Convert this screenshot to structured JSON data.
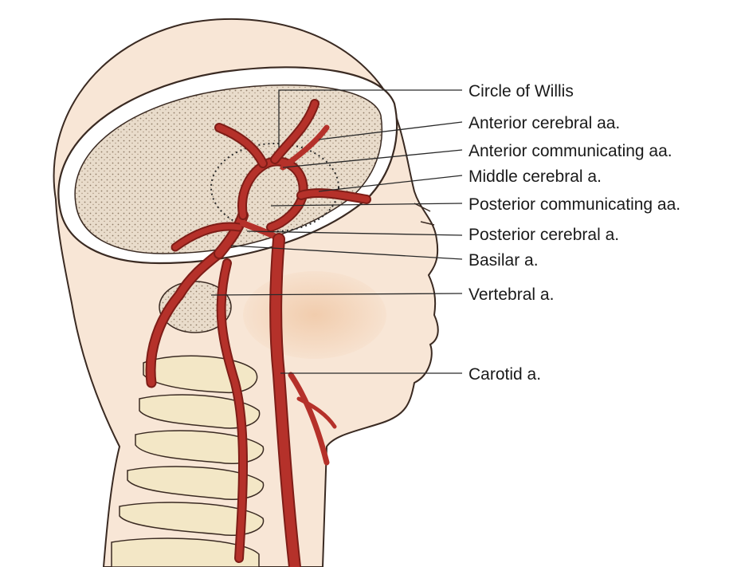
{
  "colors": {
    "skin": "#f8e6d6",
    "skin_shadow": "#f1cfb2",
    "brain_stipple": "#c9b7a2",
    "artery": "#b5312a",
    "artery_dark": "#7e1d17",
    "bone": "#f3e7c6",
    "line": "#3a2a22"
  },
  "labels": {
    "circle_of_willis": "Circle of Willis",
    "anterior_cerebral": "Anterior cerebral aa.",
    "anterior_communicating": "Anterior communicating aa.",
    "middle_cerebral": "Middle cerebral a.",
    "posterior_communicating": "Posterior communicating aa.",
    "posterior_cerebral": "Posterior cerebral a.",
    "basilar": "Basilar a.",
    "vertebral": "Vertebral a.",
    "carotid": "Carotid a."
  }
}
